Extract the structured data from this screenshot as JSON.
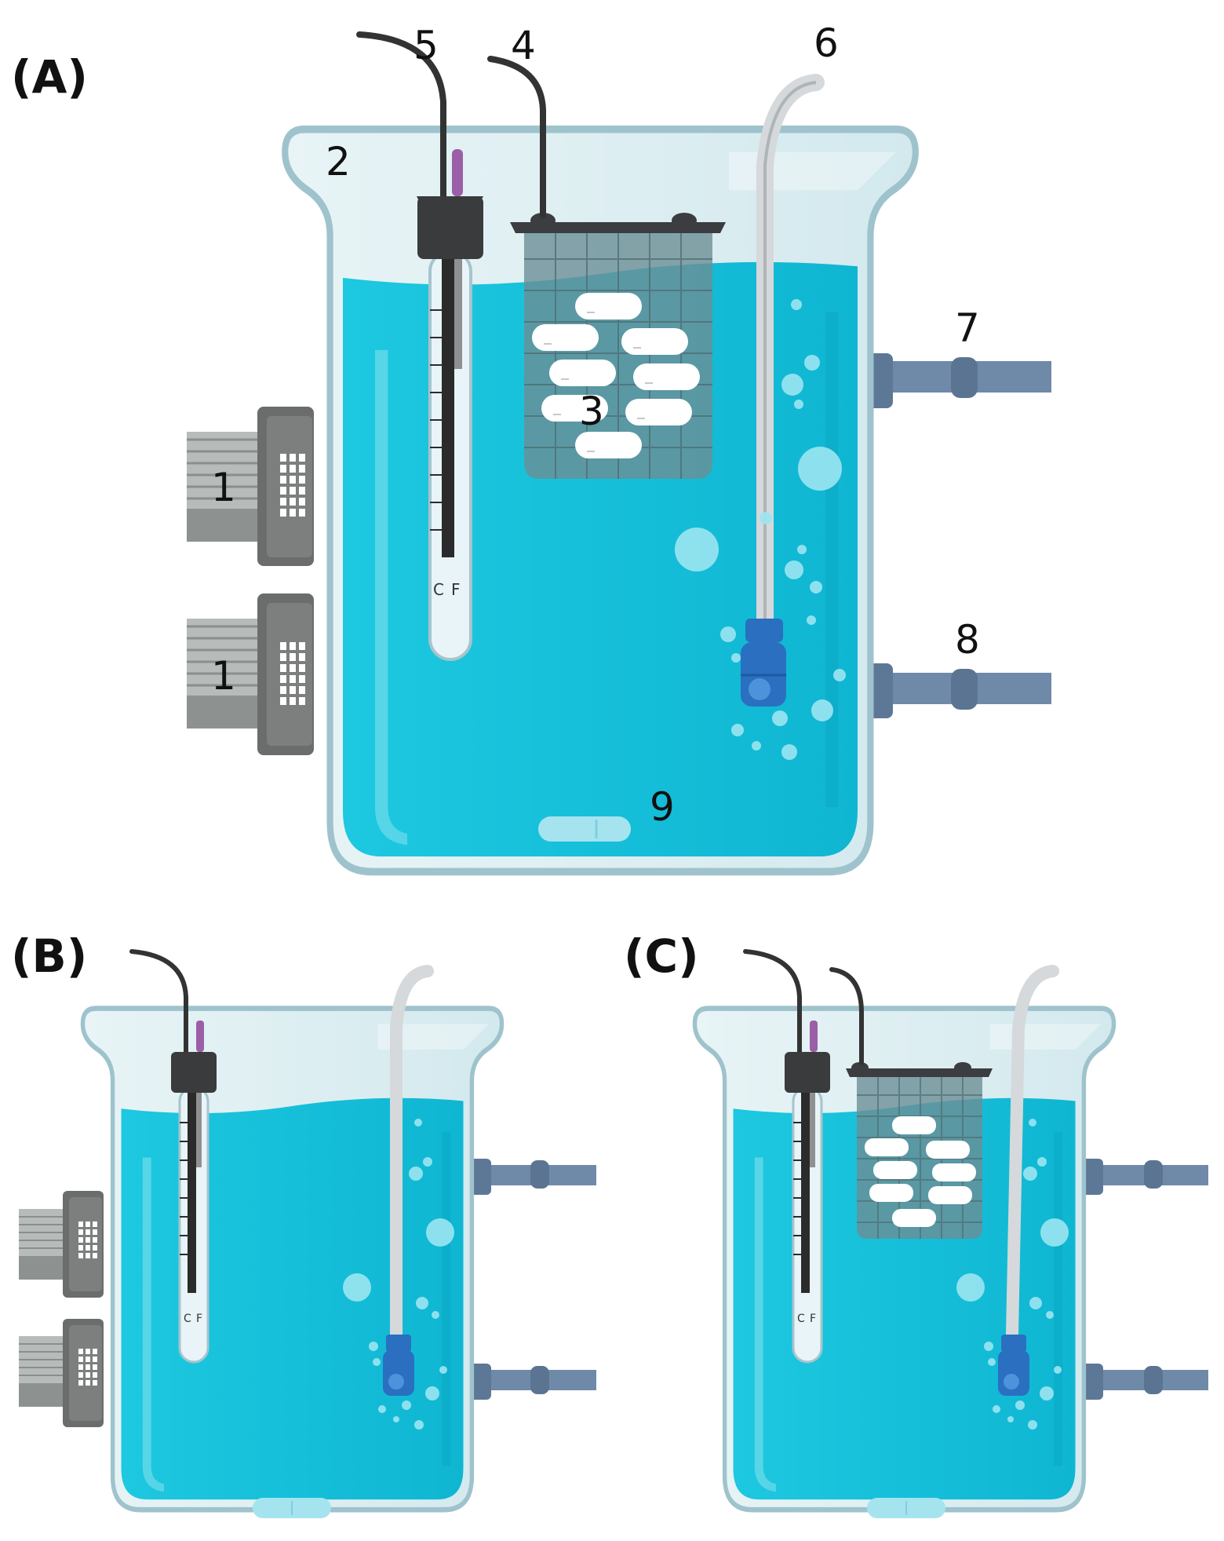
{
  "panels": [
    {
      "id": "A",
      "label": "(A)"
    },
    {
      "id": "B",
      "label": "(B)"
    },
    {
      "id": "C",
      "label": "(C)"
    }
  ],
  "callouts": {
    "n1a": "1",
    "n1b": "1",
    "n2": "2",
    "n3": "3",
    "n4": "4",
    "n5": "5",
    "n6": "6",
    "n7": "7",
    "n8": "8",
    "n9": "9"
  },
  "thermometer_scale": {
    "celsius": "C",
    "fahrenheit": "F"
  },
  "colors": {
    "water": "#14c1dc",
    "water_light": "#5fd8ea",
    "glass": "#d9eef2",
    "glass_rim": "#9fc3cc",
    "pipe": "#6f8aa8",
    "pump": "#2a6fc0",
    "heater_body": "#8a8d8c",
    "cable": "#333333",
    "basket_lid": "#3b3d40",
    "basket": "#6b8f96",
    "sample": "#ffffff",
    "thermometer_stem": "#2b2b2b",
    "thermometer_cap": "#3a3b3c",
    "thermometer_tip": "#9b5fa8"
  }
}
